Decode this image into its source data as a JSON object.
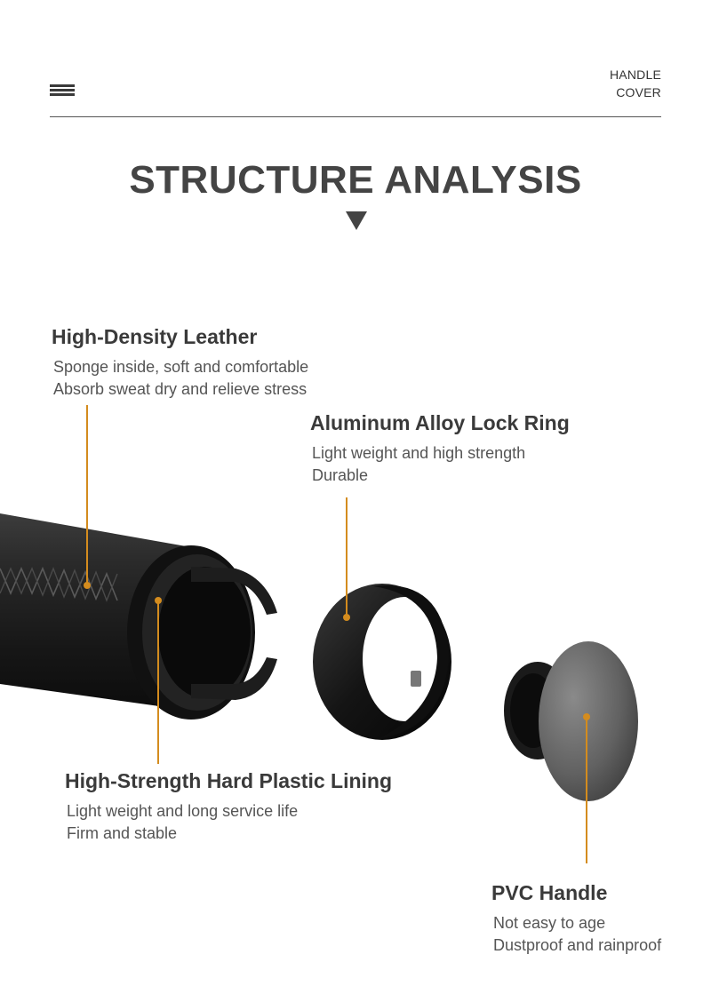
{
  "header": {
    "brand_line1": "HANDLE",
    "brand_line2": "COVER",
    "title": "STRUCTURE ANALYSIS"
  },
  "callouts": [
    {
      "heading": "High-Density Leather",
      "lines": [
        "Sponge inside, soft and comfortable",
        "Absorb sweat dry and relieve stress"
      ]
    },
    {
      "heading": "Aluminum Alloy Lock Ring",
      "lines": [
        "Light weight and high strength",
        "Durable"
      ]
    },
    {
      "heading": "High-Strength Hard Plastic Lining",
      "lines": [
        "Light weight and long service life",
        "Firm and stable"
      ]
    },
    {
      "heading": "PVC Handle",
      "lines": [
        "Not easy to age",
        "Dustproof and rainproof"
      ]
    }
  ],
  "colors": {
    "accent_line": "#d48c1e",
    "text_dark": "#3a3a3a",
    "product_black": "#1b1b1b",
    "end_cap_gray": "#6a6a6a"
  },
  "icons": [
    "menu-icon",
    "down-arrow-icon"
  ]
}
